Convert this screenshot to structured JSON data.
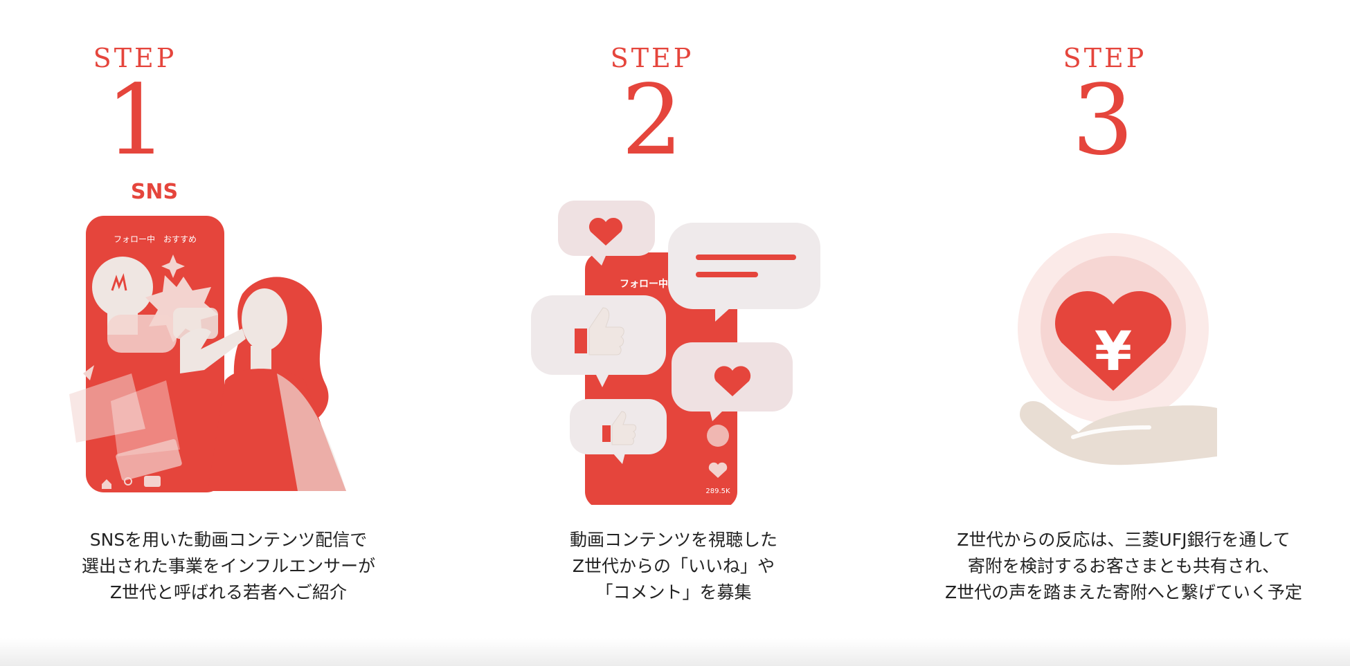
{
  "steps": [
    {
      "label": "STEP",
      "number": "1",
      "sns_label": "SNS",
      "phone_tabs": "フォロー中　おすすめ",
      "caption": [
        "SNSを用いた動画コンテンツ配信で",
        "選出された事業をインフルエンサーが",
        "Z世代と呼ばれる若者へご紹介"
      ]
    },
    {
      "label": "STEP",
      "number": "2",
      "phone_tab": "フォロー中",
      "like_count": "289.5K",
      "caption": [
        "動画コンテンツを視聴した",
        "Z世代からの「いいね」や",
        "「コメント」を募集"
      ]
    },
    {
      "label": "STEP",
      "number": "3",
      "yen_symbol": "¥",
      "caption": [
        "Z世代からの反応は、三菱UFJ銀行を通して",
        "寄附を検討するお客さまとも共有され、",
        "Z世代の声を踏まえた寄附へと繋げていく予定"
      ]
    }
  ],
  "colors": {
    "accent": "#e5453c",
    "light_pink": "#f3d3cf",
    "bubble": "#efe9ea",
    "beige": "#e8ddd3"
  }
}
